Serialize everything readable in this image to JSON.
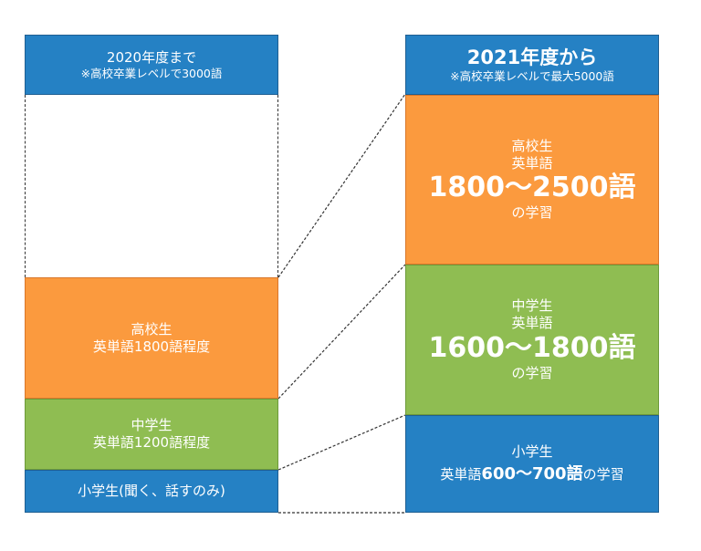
{
  "left": {
    "header": {
      "title": "2020年度まで",
      "note": "※高校卒業レベルで3000語"
    },
    "high": {
      "line1": "高校生",
      "line2": "英単語1800語程度"
    },
    "middle": {
      "line1": "中学生",
      "line2": "英単語1200語程度"
    },
    "elementary": {
      "line1": "小学生(聞く、話すのみ)"
    }
  },
  "right": {
    "header": {
      "title": "2021年度から",
      "note": "※高校卒業レベルで最大5000語"
    },
    "high": {
      "line1": "高校生",
      "line2": "英単語",
      "amount": "1800〜2500語",
      "suffix": "の学習"
    },
    "middle": {
      "line1": "中学生",
      "line2": "英単語",
      "amount": "1600〜1800語",
      "suffix": "の学習"
    },
    "elementary": {
      "line1": "小学生",
      "prefix": "英単語",
      "amount": "600〜700語",
      "suffix": "の学習"
    }
  },
  "colors": {
    "blue": "#2581c4",
    "orange": "#fb9a3e",
    "green": "#8fbd52"
  }
}
